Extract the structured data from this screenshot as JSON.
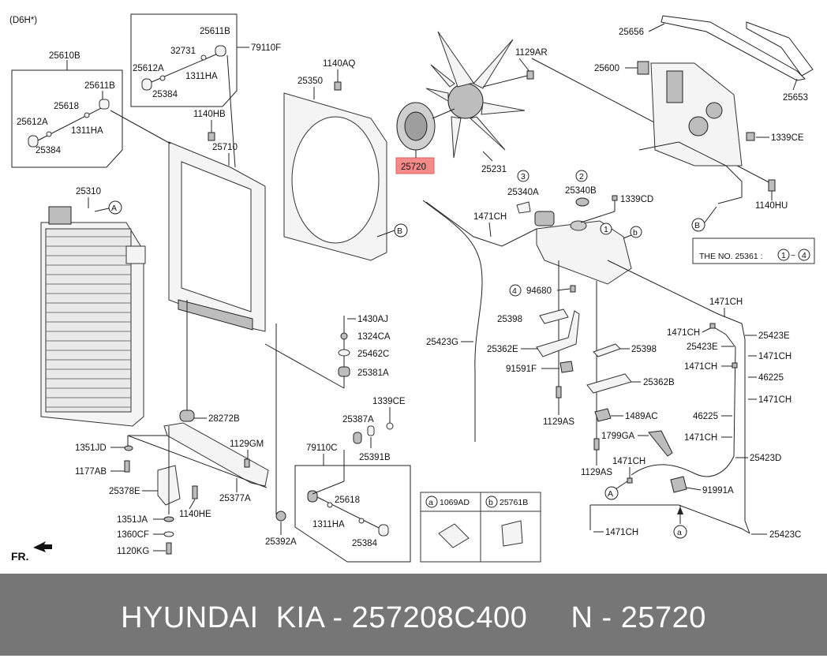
{
  "diagram": {
    "engine_code": "(D6H*)",
    "direction_label": "FR.",
    "highlighted_part": "25720",
    "labels": {
      "l25610B": "25610B",
      "l25611B_a": "25611B",
      "l25618_a": "25618",
      "l25612A_a": "25612A",
      "l1311HA_a": "1311HA",
      "l25384_a": "25384",
      "l25611B_b": "25611B",
      "l32731": "32731",
      "l25612A_b": "25612A",
      "l1311HA_b": "1311HA",
      "l25384_b": "25384",
      "l79110F": "79110F",
      "l1140HB": "1140HB",
      "l25710": "25710",
      "l25310": "25310",
      "l1140AQ": "1140AQ",
      "l25350": "25350",
      "l1129AR": "1129AR",
      "l25720": "25720",
      "l25231": "25231",
      "l25656": "25656",
      "l25600": "25600",
      "l25653": "25653",
      "l1339CE_a": "1339CE",
      "l1140HU": "1140HU",
      "l25340A": "25340A",
      "l25340B": "25340B",
      "l1339CD": "1339CD",
      "l1471CH_a": "1471CH",
      "note_title": "NOTE",
      "note_body": "THE NO. 25361 :",
      "l94680": "94680",
      "l25398_a": "25398",
      "l25362E": "25362E",
      "l91591F": "91591F",
      "l1129AS_a": "1129AS",
      "l25423G": "25423G",
      "l25398_b": "25398",
      "l25362B": "25362B",
      "l1489AC": "1489AC",
      "l1799GA": "1799GA",
      "l1129AS_b": "1129AS",
      "l1471CH_b": "1471CH",
      "l91991A": "91991A",
      "l1471CH_c": "1471CH",
      "l1471CH_d": "1471CH",
      "l25423E_a": "25423E",
      "l25423E_b": "25423E",
      "l1471CH_e": "1471CH",
      "l1471CH_f": "1471CH",
      "l46225_a": "46225",
      "l46225_b": "46225",
      "l1471CH_g": "1471CH",
      "l1471CH_h": "1471CH",
      "l25423D": "25423D",
      "l1471CH_i": "1471CH",
      "l25423C": "25423C",
      "l1430AJ": "1430AJ",
      "l1324CA": "1324CA",
      "l25462C": "25462C",
      "l25381A": "25381A",
      "l28272B": "28272B",
      "l1351JD": "1351JD",
      "l1177AB": "1177AB",
      "l1129GM": "1129GM",
      "l25378E": "25378E",
      "l25377A": "25377A",
      "l1351JA": "1351JA",
      "l1140HE": "1140HE",
      "l1360CF": "1360CF",
      "l1120KG": "1120KG",
      "l1339CE_b": "1339CE",
      "l25387A": "25387A",
      "l25391B": "25391B",
      "l79110C": "79110C",
      "l25618_b": "25618",
      "l1311HA_c": "1311HA",
      "l25384_c": "25384",
      "l25392A": "25392A",
      "legend_a_code": "1069AD",
      "legend_b_code": "25761B"
    },
    "callouts": {
      "A": "A",
      "B": "B",
      "a": "a",
      "b": "b",
      "n1": "1",
      "n2": "2",
      "n3": "3",
      "n4": "4",
      "note_n1": "1",
      "note_n4": "4",
      "tilde": "~"
    }
  },
  "footer": {
    "brand": "HYUNDAI  KIA - 257208C400     N - 25720"
  }
}
